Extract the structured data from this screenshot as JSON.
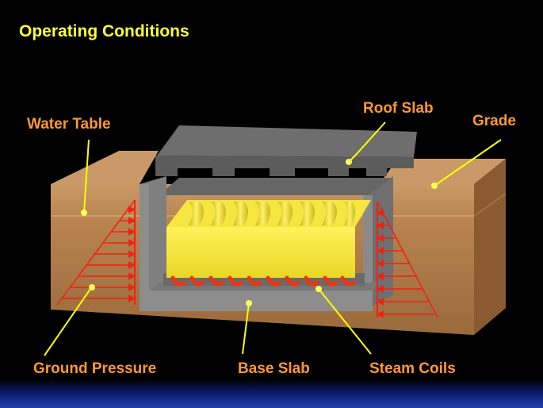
{
  "title": "Operating Conditions",
  "labels": {
    "water_table": "Water Table",
    "roof_slab": "Roof Slab",
    "grade": "Grade",
    "ground_pressure": "Ground Pressure",
    "base_slab": "Base Slab",
    "steam_coils": "Steam Coils"
  },
  "colors": {
    "title": "#ffff33",
    "label": "#ff9933",
    "leader": "#ffff00",
    "soil": "#c8905a",
    "concrete": "#7a7a7a",
    "product": "#f2e23a",
    "coils": "#ee3311",
    "pressure_arrows": "#ee2211"
  }
}
